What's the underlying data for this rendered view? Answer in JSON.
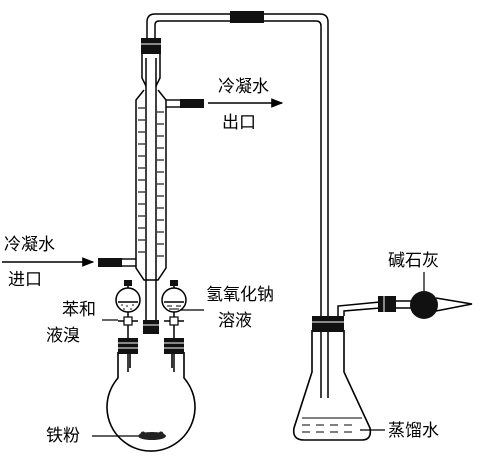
{
  "labels": {
    "water_out": [
      "冷凝水",
      "出口"
    ],
    "water_in": [
      "冷凝水",
      "进口"
    ],
    "benzene_bromine": [
      "苯和",
      "液溴"
    ],
    "naoh": [
      "氢氧化钠",
      "溶液"
    ],
    "soda_lime": "碱石灰",
    "iron_powder": "铁粉",
    "distilled_water": "蒸馏水"
  }
}
